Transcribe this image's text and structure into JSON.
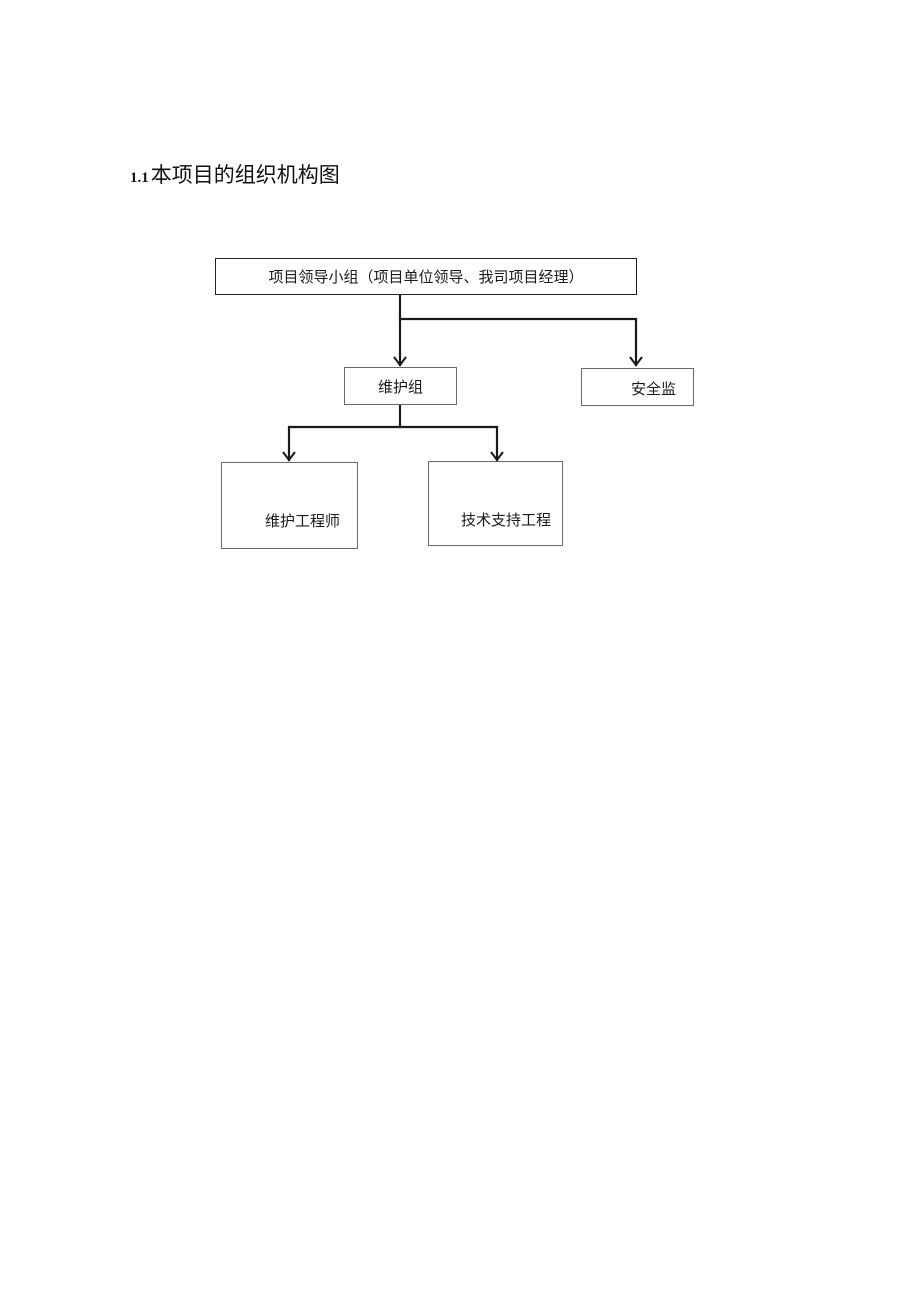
{
  "section": {
    "number": "1.1",
    "title": "本项目的组织机构图"
  },
  "org_chart": {
    "top_box": "项目领导小组（项目单位领导、我司项目经理）",
    "maintenance_group": "维护组",
    "safety_supervision": "安全监",
    "maintenance_engineer": "维护工程师",
    "tech_support_engineer": "技术支持工程"
  }
}
